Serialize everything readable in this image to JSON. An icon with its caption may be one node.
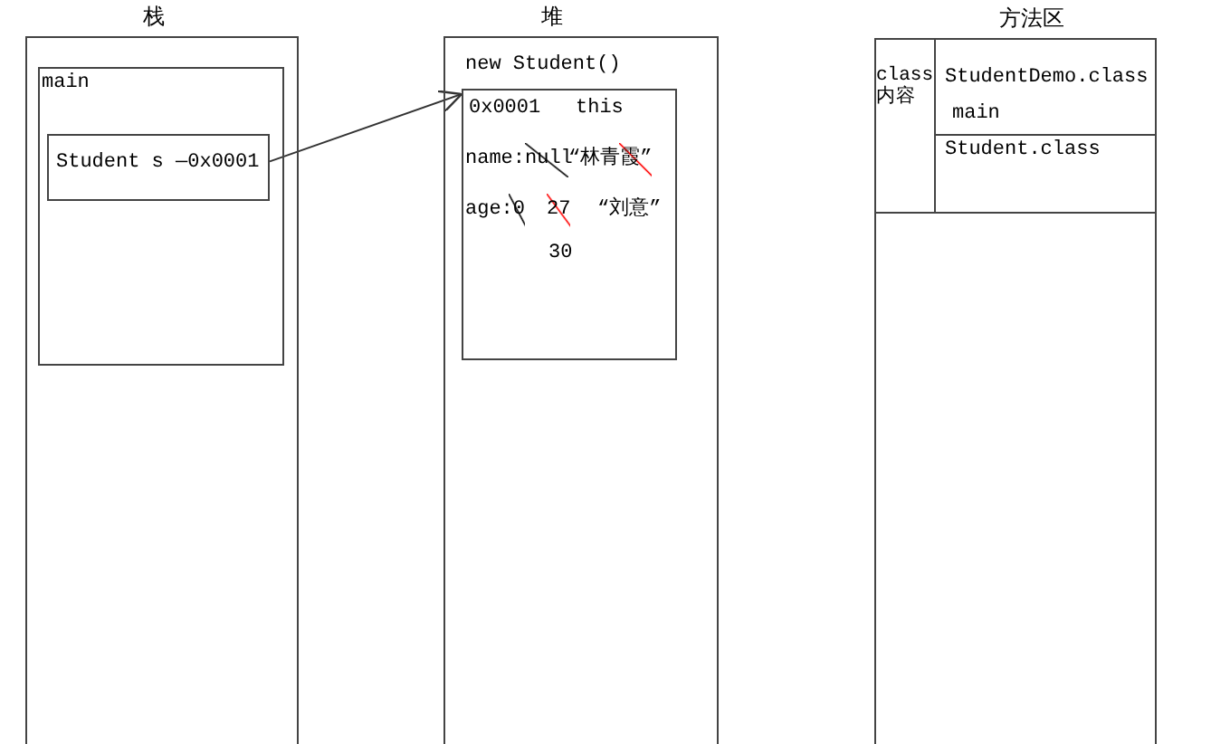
{
  "diagram": {
    "nodes": [
      {
        "text": [
          "栈"
        ]
      },
      {
        "text": [
          "main"
        ],
        "in": 0
      },
      {
        "text": [
          "Student s —0x0001"
        ],
        "in": 1
      },
      {
        "text": [
          "堆"
        ]
      },
      {
        "text": [
          "new Student()",
          "0x0001",
          "this",
          "name:null",
          "“林青霞”",
          "age:0",
          "27",
          "“刘意”",
          "30"
        ],
        "in": 3
      },
      {
        "text": [
          "方法区"
        ]
      },
      {
        "text": [
          "class 内容"
        ],
        "in": 5
      },
      {
        "text": [
          "StudentDemo.class",
          "main"
        ],
        "in": 6
      },
      {
        "text": [
          "Student.class"
        ],
        "in": 6
      }
    ],
    "edges": [
      {
        "from": 2,
        "to": 4,
        "arrow": "to"
      }
    ]
  }
}
